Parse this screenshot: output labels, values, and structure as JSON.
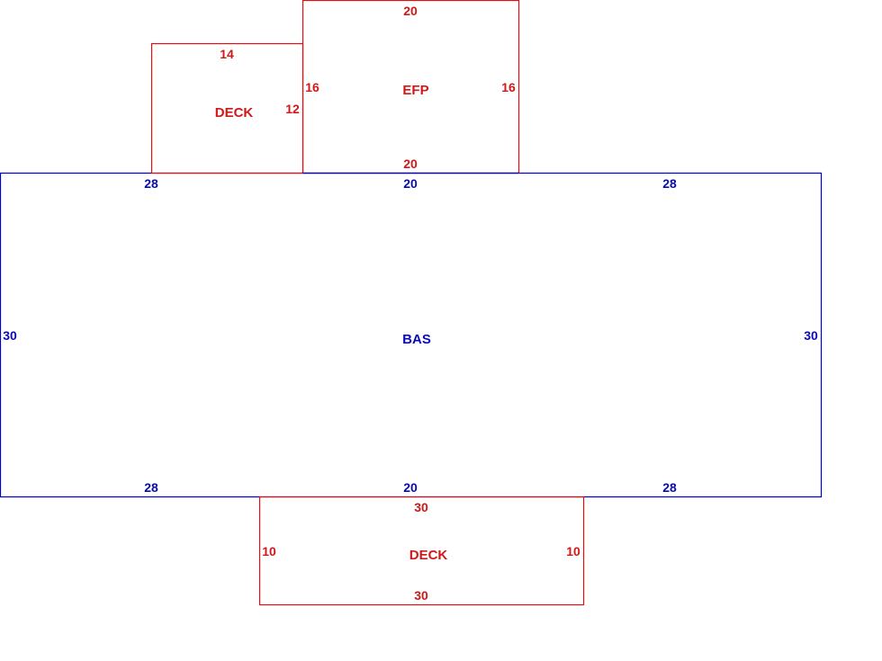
{
  "colors": {
    "main_outline": "#0000cc",
    "addition_outline": "#dd1111",
    "main_text": "#0a0ab4",
    "addition_text": "#d01818"
  },
  "areas": {
    "bas": {
      "label": "BAS",
      "top_dims": [
        "28",
        "20",
        "28"
      ],
      "bottom_dims": [
        "28",
        "20",
        "28"
      ],
      "left_dim": "30",
      "right_dim": "30"
    },
    "efp": {
      "label": "EFP",
      "top_dim": "20",
      "bottom_dim": "20",
      "left_dim": "16",
      "right_dim": "16"
    },
    "deck_upper": {
      "label": "DECK",
      "top_dim": "14",
      "right_dim": "12"
    },
    "deck_lower": {
      "label": "DECK",
      "top_dim": "30",
      "bottom_dim": "30",
      "left_dim": "10",
      "right_dim": "10"
    }
  }
}
